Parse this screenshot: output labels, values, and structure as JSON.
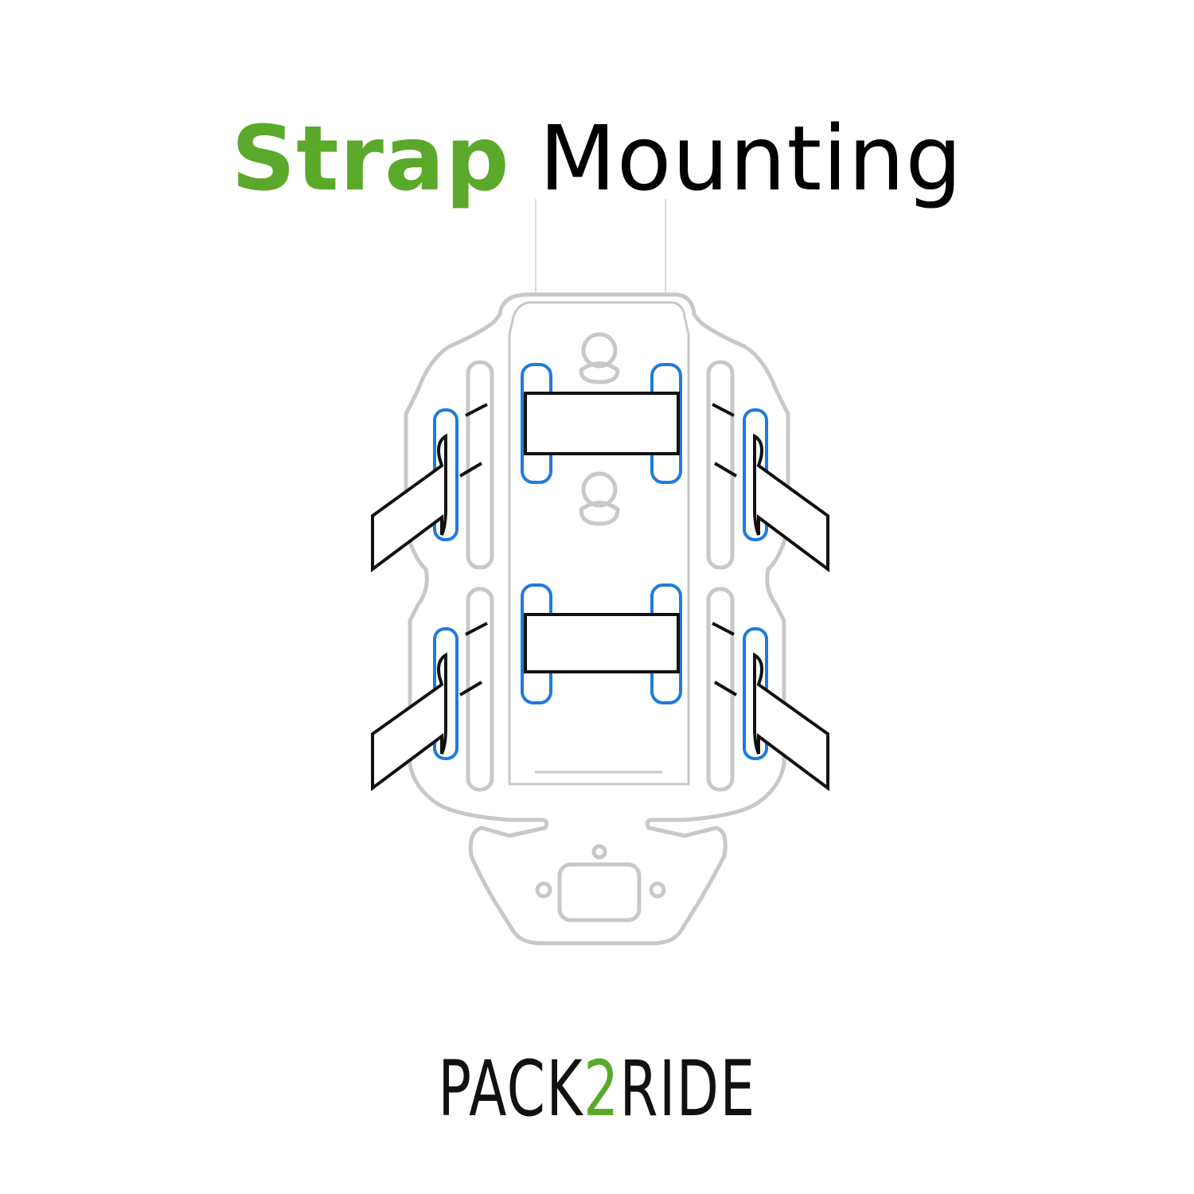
{
  "title": {
    "highlight": "Strap",
    "rest": "Mounting"
  },
  "logo": {
    "part1": "PACK",
    "part2": "2",
    "part3": "RIDE"
  },
  "colors": {
    "accent_green": "#5aa92b",
    "text_black": "#000000",
    "highlight_blue": "#1e7be0",
    "outline_gray": "#c8c8c8",
    "strap_black": "#111111"
  },
  "icons": {
    "plate": "mounting-plate-illustration",
    "strap": "strap-icon"
  }
}
